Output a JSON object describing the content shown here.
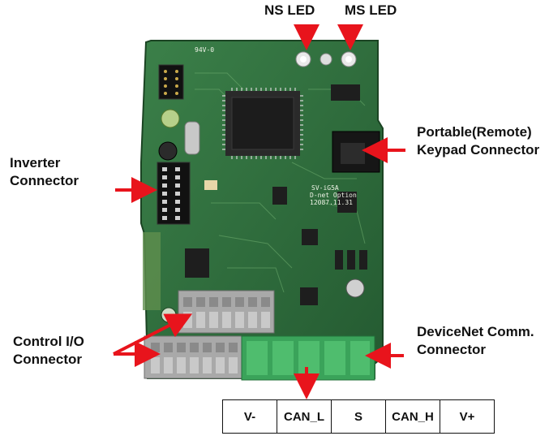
{
  "labels": {
    "ns_led": "NS LED",
    "ms_led": "MS LED",
    "keypad_line1": "Portable(Remote)",
    "keypad_line2": "Keypad Connector",
    "inverter_line1": "Inverter",
    "inverter_line2": "Connector",
    "control_line1": "Control I/O",
    "control_line2": "Connector",
    "devicenet_line1": "DeviceNet Comm.",
    "devicenet_line2": "Connector"
  },
  "board": {
    "silkscreen": [
      "SV-iG5A",
      "D-net Option",
      "12087.11.31"
    ],
    "ul_mark": "94V-0"
  },
  "devicenet_pins": [
    "V-",
    "CAN_L",
    "S",
    "CAN_H",
    "V+"
  ],
  "colors": {
    "pcb": "#2f6f3c",
    "arrow": "#e8141c",
    "terminal_green": "#3aa35a",
    "terminal_gray": "#a9a9a9",
    "chip": "#1c1c1c"
  }
}
